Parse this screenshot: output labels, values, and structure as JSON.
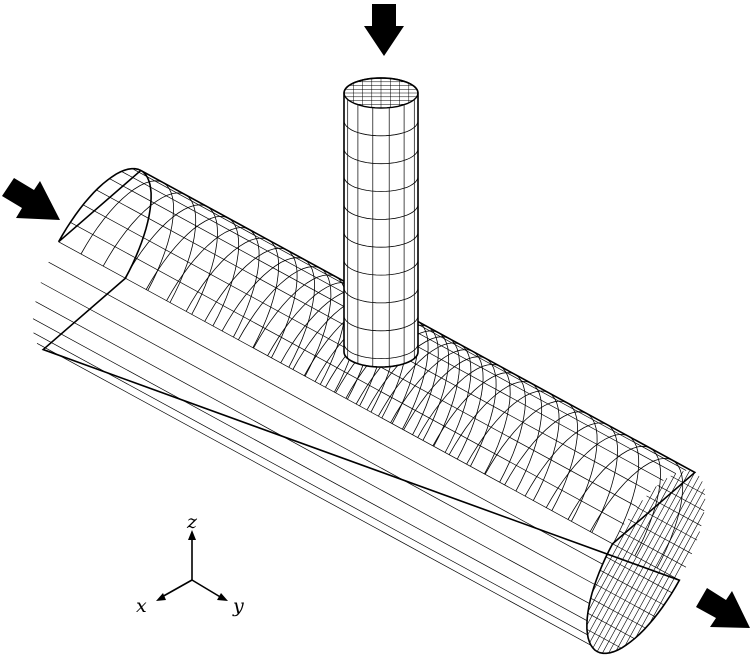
{
  "axes": {
    "x": "x",
    "y": "y",
    "z": "z"
  },
  "mesh": {
    "main_pipe": {
      "axial_divisions": 34,
      "circumferential_lines": 14
    },
    "branch_pipe": {
      "axial_divisions": 9,
      "circumferential_lines": 7
    }
  },
  "flow_arrows": [
    "inlet-main",
    "inlet-branch",
    "outlet-main"
  ],
  "colors": {
    "line": "#000000",
    "background": "#ffffff"
  }
}
